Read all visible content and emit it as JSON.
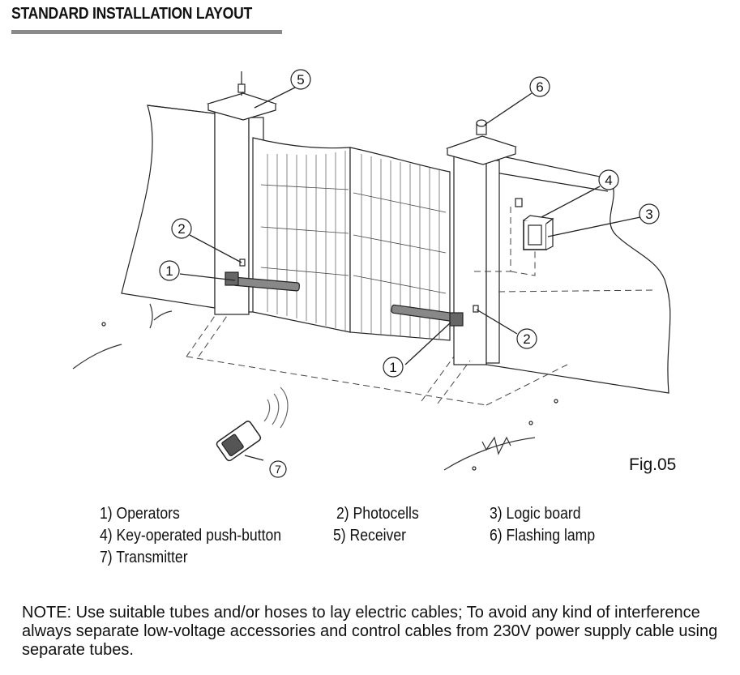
{
  "header": {
    "title": "STANDARD INSTALLATION LAYOUT"
  },
  "figure": {
    "label": "Fig.05"
  },
  "callouts": {
    "operator": "1",
    "photocell": "2",
    "logic_board": "3",
    "push_button": "4",
    "receiver": "5",
    "flashing_lamp": "6",
    "transmitter": "7"
  },
  "legend": [
    {
      "text": "1)  Operators"
    },
    {
      "text": "2)  Photocells"
    },
    {
      "text": "3)  Logic board"
    },
    {
      "text": "4)  Key-operated push-button"
    },
    {
      "text": "5) Receiver"
    },
    {
      "text": "6)  Flashing lamp"
    },
    {
      "text": "7) Transmitter"
    }
  ],
  "note": "NOTE: Use suitable tubes and/or hoses to lay electric cables; To avoid any kind of interference always separate low-voltage accessories and control cables from 230V power supply cable using separate tubes."
}
